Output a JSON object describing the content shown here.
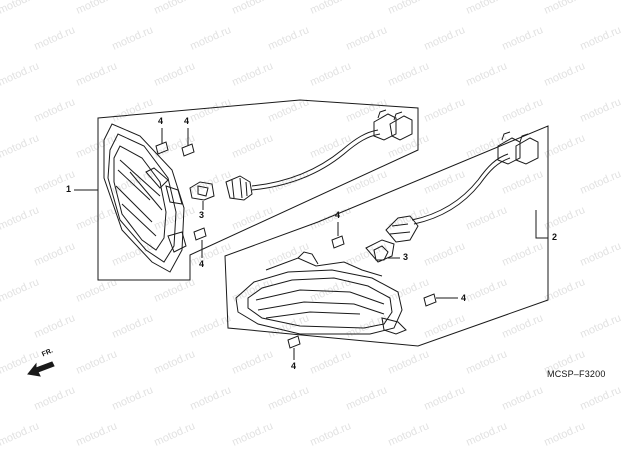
{
  "watermark": {
    "text": "motod.ru"
  },
  "diagram_code": "MCSP–F3200",
  "direction_indicator": {
    "text": "FR."
  },
  "callouts": {
    "part_1": "1",
    "part_2": "2",
    "part_3_upper": "3",
    "part_3_lower": "3",
    "part_4_top_a": "4",
    "part_4_top_b": "4",
    "part_4_left": "4",
    "part_4_mid": "4",
    "part_4_right": "4",
    "part_4_bottom": "4"
  },
  "colors": {
    "line": "#1a1a1a",
    "watermark": "#e2e2e2",
    "background": "#ffffff"
  }
}
